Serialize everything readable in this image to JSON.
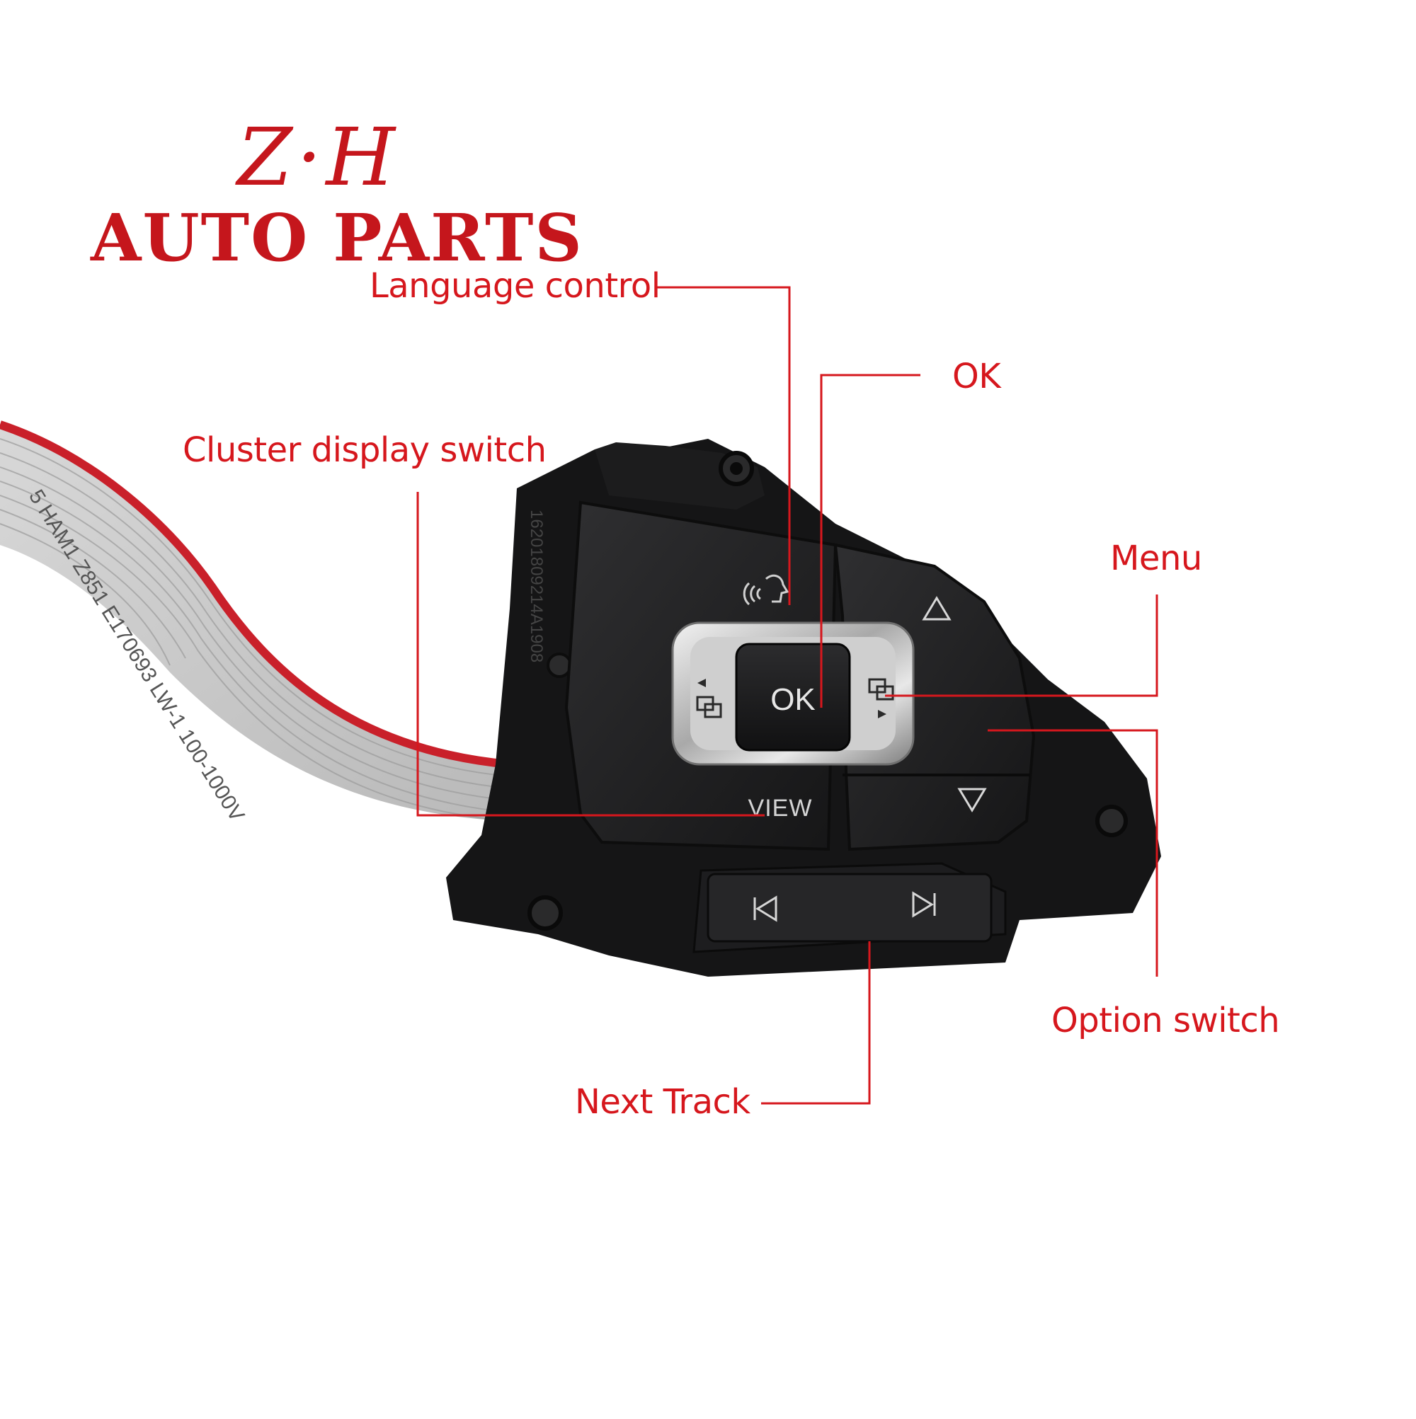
{
  "brand": {
    "line1": "Z·H",
    "line2": "AUTO PARTS",
    "color": "#c5161c"
  },
  "callouts": {
    "language_control": "Language control",
    "ok": "OK",
    "cluster_display_switch": "Cluster display switch",
    "menu": "Menu",
    "option_switch": "Option switch",
    "next_track": "Next Track",
    "color": "#d6171d"
  },
  "buttons": {
    "ok_label": "OK",
    "view_label": "VIEW",
    "voice_icon": "voice-control-icon",
    "menu_left_icon": "menu-switch-icon",
    "menu_right_icon": "menu-switch-icon",
    "up_icon": "triangle-up-icon",
    "down_icon": "triangle-down-icon",
    "prev_icon": "previous-track-icon",
    "next_icon": "next-track-icon"
  },
  "ribbon_print": "5 HAM1 Z851 E170693 LW-1 100-1000V",
  "housing_print": "16201809214A1908"
}
